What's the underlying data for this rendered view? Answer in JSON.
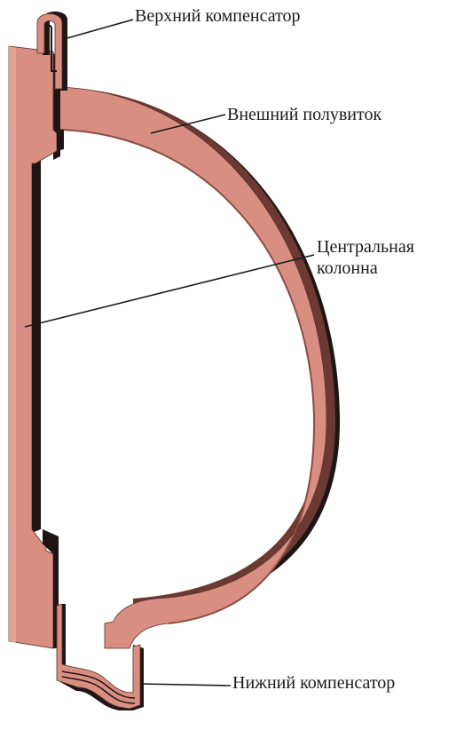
{
  "labels": {
    "upper_compensator": "Верхний компенсатор",
    "outer_half_turn": "Внешний полувиток",
    "central_column_line1": "Центральная",
    "central_column_line2": "колонна",
    "lower_compensator": "Нижний компенсатор"
  },
  "colors": {
    "copper_face": "#d98e82",
    "copper_face_light": "#e2a195",
    "copper_dark": "#1e1514",
    "copper_shadow": "#6b3a33",
    "leader_line": "#1a1a1a"
  }
}
